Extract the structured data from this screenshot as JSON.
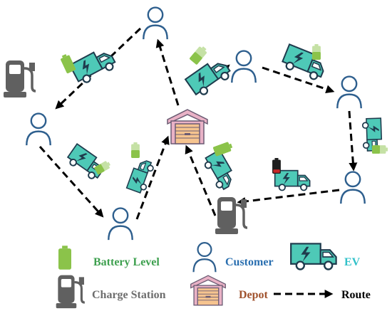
{
  "legend": {
    "battery_label": "Battery Level",
    "customer_label": "Customer",
    "ev_label": "EV",
    "charge_station_label": "Charge Station",
    "depot_label": "Depot",
    "route_label": "Route"
  },
  "colors": {
    "customer_stroke": "#2e5f8e",
    "battery_green": "#8bc34a",
    "battery_light": "#c5e1a5",
    "battery_red": "#c62828",
    "ev_body": "#4ec9b7",
    "ev_dark": "#1f3b4d",
    "charger_gray": "#606060",
    "depot_pink": "#e9b2c6",
    "depot_door": "#f6c48f",
    "battery_text": "#3ea04f",
    "customer_text": "#2a6fb0",
    "ev_text": "#32c1c9",
    "charge_text": "#6d6d6d",
    "depot_text": "#a0522d",
    "route_text": "#000000"
  },
  "icons": {
    "customer": "person-icon",
    "ev": "electric-truck-icon",
    "charger": "charge-station-icon",
    "depot": "depot-warehouse-icon",
    "battery": "battery-icon",
    "route": "dashed-arrow-icon"
  }
}
